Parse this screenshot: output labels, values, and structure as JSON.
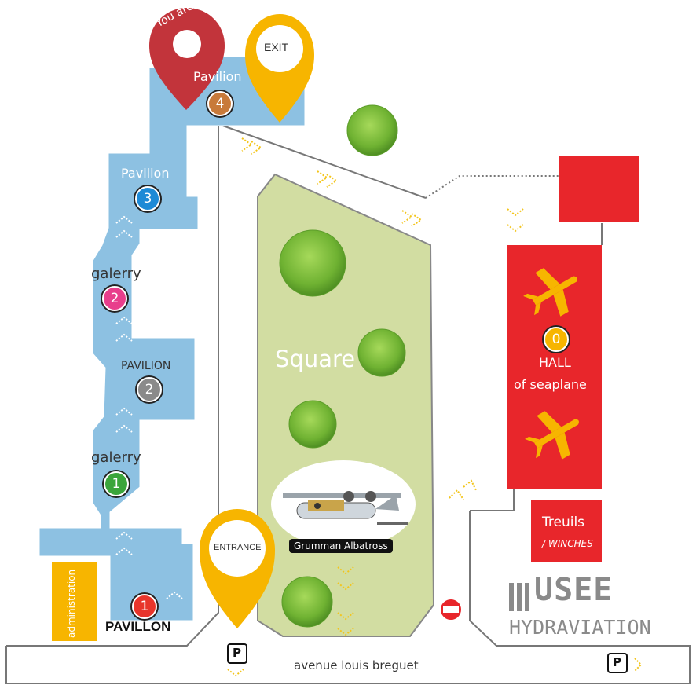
{
  "pins": {
    "you_are_here": {
      "label": "You are here",
      "color": "#c2343b"
    },
    "exit": {
      "label": "EXIT",
      "color": "#f7b500"
    },
    "entrance": {
      "label": "ENTRANCE",
      "color": "#f7b500"
    }
  },
  "areas": {
    "pavilion_4": {
      "label": "Pavilion",
      "number": "4",
      "number_color": "#c87a3a"
    },
    "pavilion_3": {
      "label": "Pavilion",
      "number": "3",
      "number_color": "#1e8ad6"
    },
    "galerry_2": {
      "label": "galerry",
      "number": "2",
      "number_color": "#e83e8c"
    },
    "pavilion_2": {
      "label": "PAVILION",
      "number": "2",
      "number_color": "#8a8a8a"
    },
    "galerry_1": {
      "label": "galerry",
      "number": "1",
      "number_color": "#3ba53b"
    },
    "pavillon_1": {
      "label": "PAVILLON",
      "number": "1",
      "number_color": "#e8352b"
    },
    "administration": {
      "label": "administration"
    },
    "square": {
      "label": "Square"
    },
    "hall": {
      "number": "0",
      "label_line1": "HALL",
      "label_line2": "of seaplane"
    },
    "treuils": {
      "label": "Treuils",
      "sublabel": "/ WINCHES"
    }
  },
  "aircraft": {
    "caption": "Grumman Albatross"
  },
  "street": {
    "label": "avenue louis breguet"
  },
  "parking": {
    "label": "P"
  },
  "logo": {
    "line1": "USEE",
    "line2": "HYDRAVIATION"
  },
  "colors": {
    "building": "#8dc1e2",
    "square": "#d2dda2",
    "hall": "#e8262b",
    "pin_yellow": "#f7b500",
    "pin_red": "#c2343b",
    "arrow": "#f3c51c",
    "tree": "#7dbd3a"
  }
}
